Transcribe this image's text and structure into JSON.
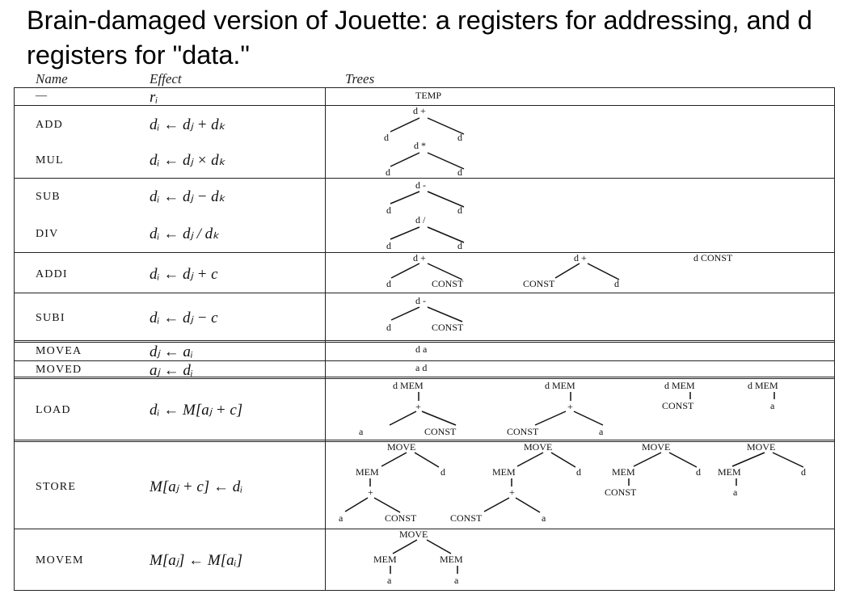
{
  "title": "Brain-damaged version of Jouette: a registers for addressing, and d registers for \"data.\"",
  "headers": {
    "name": "Name",
    "effect": "Effect",
    "trees": "Trees"
  },
  "rows": [
    {
      "name": "—",
      "effect": "rᵢ",
      "trees": [
        "TEMP"
      ]
    },
    {
      "name": "ADD",
      "effect": "dᵢ ← dⱼ + dₖ",
      "trees": [
        "d +",
        "d",
        "d"
      ]
    },
    {
      "name": "MUL",
      "effect": "dᵢ ← dⱼ × dₖ",
      "trees": [
        "d *",
        "d",
        "d"
      ]
    },
    {
      "name": "SUB",
      "effect": "dᵢ ← dⱼ − dₖ",
      "trees": [
        "d -",
        "d",
        "d"
      ]
    },
    {
      "name": "DIV",
      "effect": "dᵢ ← dⱼ / dₖ",
      "trees": [
        "d /",
        "d",
        "d"
      ]
    },
    {
      "name": "ADDI",
      "effect": "dᵢ ← dⱼ + c",
      "trees": [
        "d +",
        "d",
        "CONST",
        "d +",
        "CONST",
        "d",
        "d CONST"
      ]
    },
    {
      "name": "SUBI",
      "effect": "dᵢ ← dⱼ − c",
      "trees": [
        "d -",
        "d",
        "CONST"
      ]
    },
    {
      "name": "MOVEA",
      "effect": "dⱼ ← aᵢ",
      "trees": [
        "d a"
      ]
    },
    {
      "name": "MOVED",
      "effect": "aⱼ ← dᵢ",
      "trees": [
        "a d"
      ]
    },
    {
      "name": "LOAD",
      "effect": "dᵢ ← M[aⱼ + c]",
      "trees": [
        "d MEM",
        "+",
        "a",
        "CONST",
        "d MEM",
        "+",
        "CONST",
        "a",
        "d MEM",
        "CONST",
        "d MEM",
        "a"
      ]
    },
    {
      "name": "STORE",
      "effect": "M[aⱼ + c] ← dᵢ",
      "trees": [
        "MOVE",
        "MEM",
        "d",
        "+",
        "a",
        "CONST",
        "MOVE",
        "MEM",
        "d",
        "+",
        "CONST",
        "a",
        "MOVE",
        "MEM",
        "d",
        "CONST",
        "MOVE",
        "MEM",
        "d",
        "a"
      ]
    },
    {
      "name": "MOVEM",
      "effect": "M[aⱼ] ← M[aᵢ]",
      "trees": [
        "MOVE",
        "MEM",
        "MEM",
        "a",
        "a"
      ]
    }
  ]
}
